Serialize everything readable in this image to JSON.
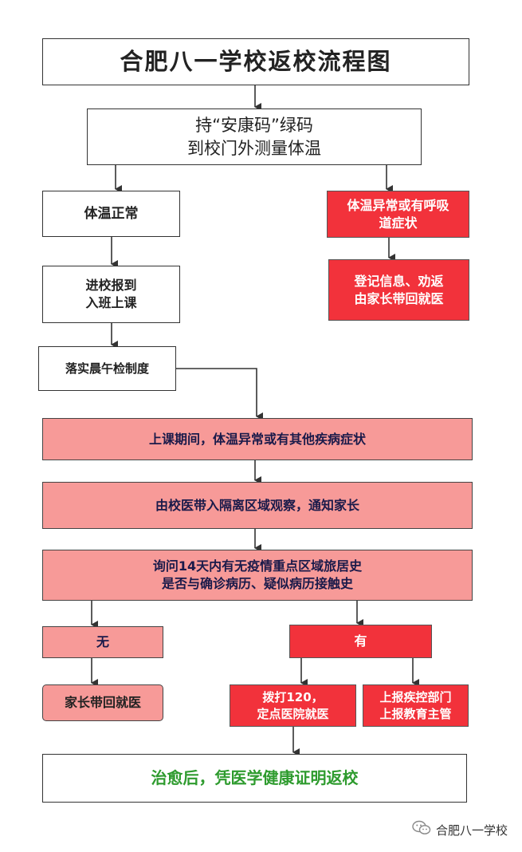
{
  "title": "合肥八一学校返校流程图",
  "nodes": {
    "check_code": [
      "持“安康码”绿码",
      "到校门外测量体温"
    ],
    "temp_normal": "体温正常",
    "temp_abnormal": [
      "体温异常或有呼吸",
      "道症状"
    ],
    "register": [
      "登记信息、劝返",
      "由家长带回就医"
    ],
    "enter_school": [
      "进校报到",
      "入班上课"
    ],
    "morning_check": "落实晨午检制度",
    "class_abnormal": "上课期间，体温异常或有其他疾病症状",
    "isolation": "由校医带入隔离区域观察，通知家长",
    "inquire": [
      "询问14天内有无疫情重点区域旅居史",
      "是否与确诊病历、疑似病历接触史"
    ],
    "no": "无",
    "yes": "有",
    "parent_home": "家长带回就医",
    "call_120": [
      "拨打120，",
      "定点医院就医"
    ],
    "report": [
      "上报疾控部门",
      "上报教育主管"
    ],
    "recovery": "治愈后，凭医学健康证明返校"
  },
  "footer": {
    "account": "合肥八一学校",
    "icon": "wechat-icon"
  },
  "colors": {
    "red": "#f2323b",
    "pink": "#f79a98",
    "green_text": "#2e9b2e"
  }
}
